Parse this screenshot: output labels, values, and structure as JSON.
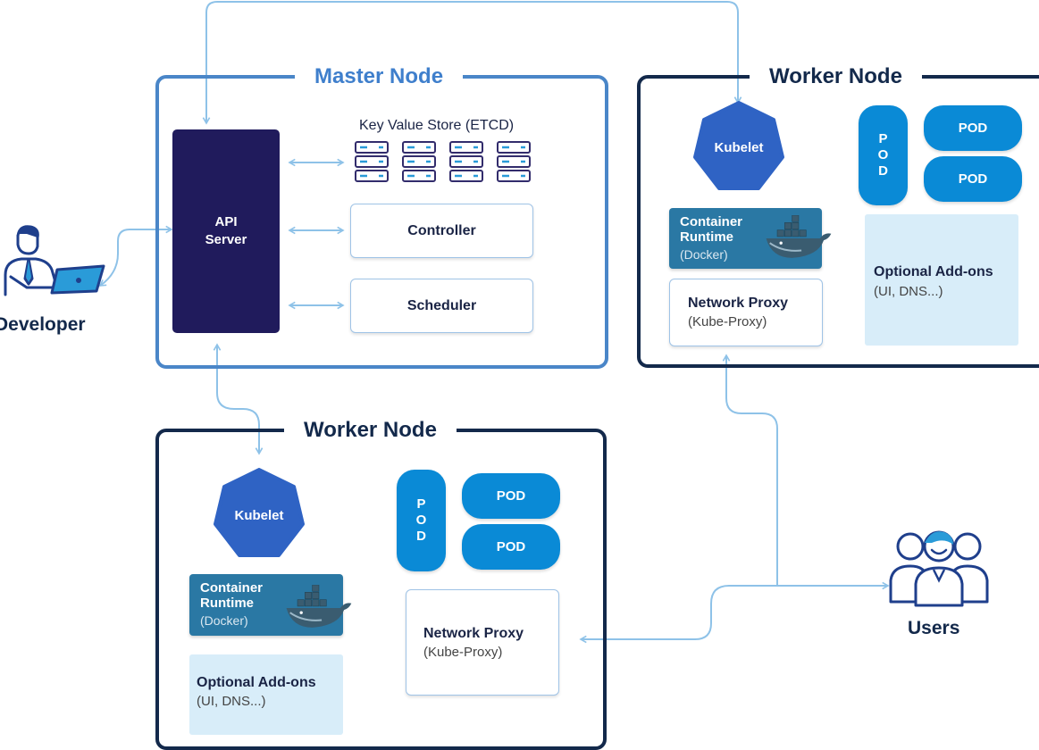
{
  "master": {
    "title": "Master Node",
    "api_server": {
      "line1": "API",
      "line2": "Server"
    },
    "kv_store": {
      "label": "Key Value Store (ETCD)",
      "db_icon_count": 4
    },
    "controller": "Controller",
    "scheduler": "Scheduler"
  },
  "worker_right": {
    "title": "Worker Node",
    "kubelet": "Kubelet",
    "runtime": {
      "title": "Container Runtime",
      "sub": "(Docker)"
    },
    "network_proxy": {
      "title": "Network Proxy",
      "sub": "(Kube-Proxy)"
    },
    "pods": {
      "tall": [
        "P",
        "O",
        "D"
      ],
      "pod1": "POD",
      "pod2": "POD"
    },
    "addons": {
      "title": "Optional Add-ons",
      "sub": "(UI, DNS...)"
    }
  },
  "worker_bottom": {
    "title": "Worker Node",
    "kubelet": "Kubelet",
    "runtime": {
      "title": "Container Runtime",
      "sub": "(Docker)"
    },
    "network_proxy": {
      "title": "Network Proxy",
      "sub": "(Kube-Proxy)"
    },
    "pods": {
      "tall": [
        "P",
        "O",
        "D"
      ],
      "pod1": "POD",
      "pod2": "POD"
    },
    "addons": {
      "title": "Optional Add-ons",
      "sub": "(UI, DNS...)"
    }
  },
  "actors": {
    "developer": "Developer",
    "users": "Users"
  },
  "colors": {
    "master_border": "#4a86c8",
    "worker_border": "#13294b",
    "api_server": "#201b5c",
    "kubelet": "#2f63c4",
    "runtime": "#2a78a4",
    "pod": "#0a8ad6",
    "addons": "#d8edf9",
    "arrow": "#8ec2e8"
  },
  "icons": {
    "developer": "developer-laptop-icon",
    "users": "users-group-icon",
    "docker": "docker-whale-icon",
    "database": "database-server-icon"
  }
}
